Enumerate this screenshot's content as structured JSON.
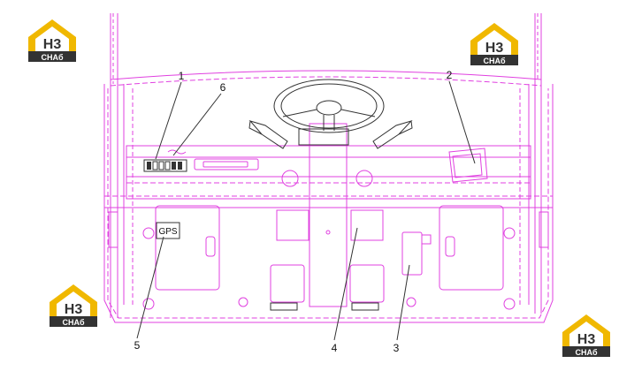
{
  "logo": {
    "text_top": "H3",
    "text_bottom": "CHAб",
    "house_color": "#f0b800",
    "dark_color": "#333333"
  },
  "gps_label": "GPS",
  "callouts": [
    {
      "id": "1",
      "label": "1"
    },
    {
      "id": "2",
      "label": "2"
    },
    {
      "id": "3",
      "label": "3"
    },
    {
      "id": "4",
      "label": "4"
    },
    {
      "id": "5",
      "label": "5"
    },
    {
      "id": "6",
      "label": "6"
    }
  ],
  "colors": {
    "line_magenta": "#e040e0",
    "line_black": "#333333",
    "background": "#ffffff"
  }
}
